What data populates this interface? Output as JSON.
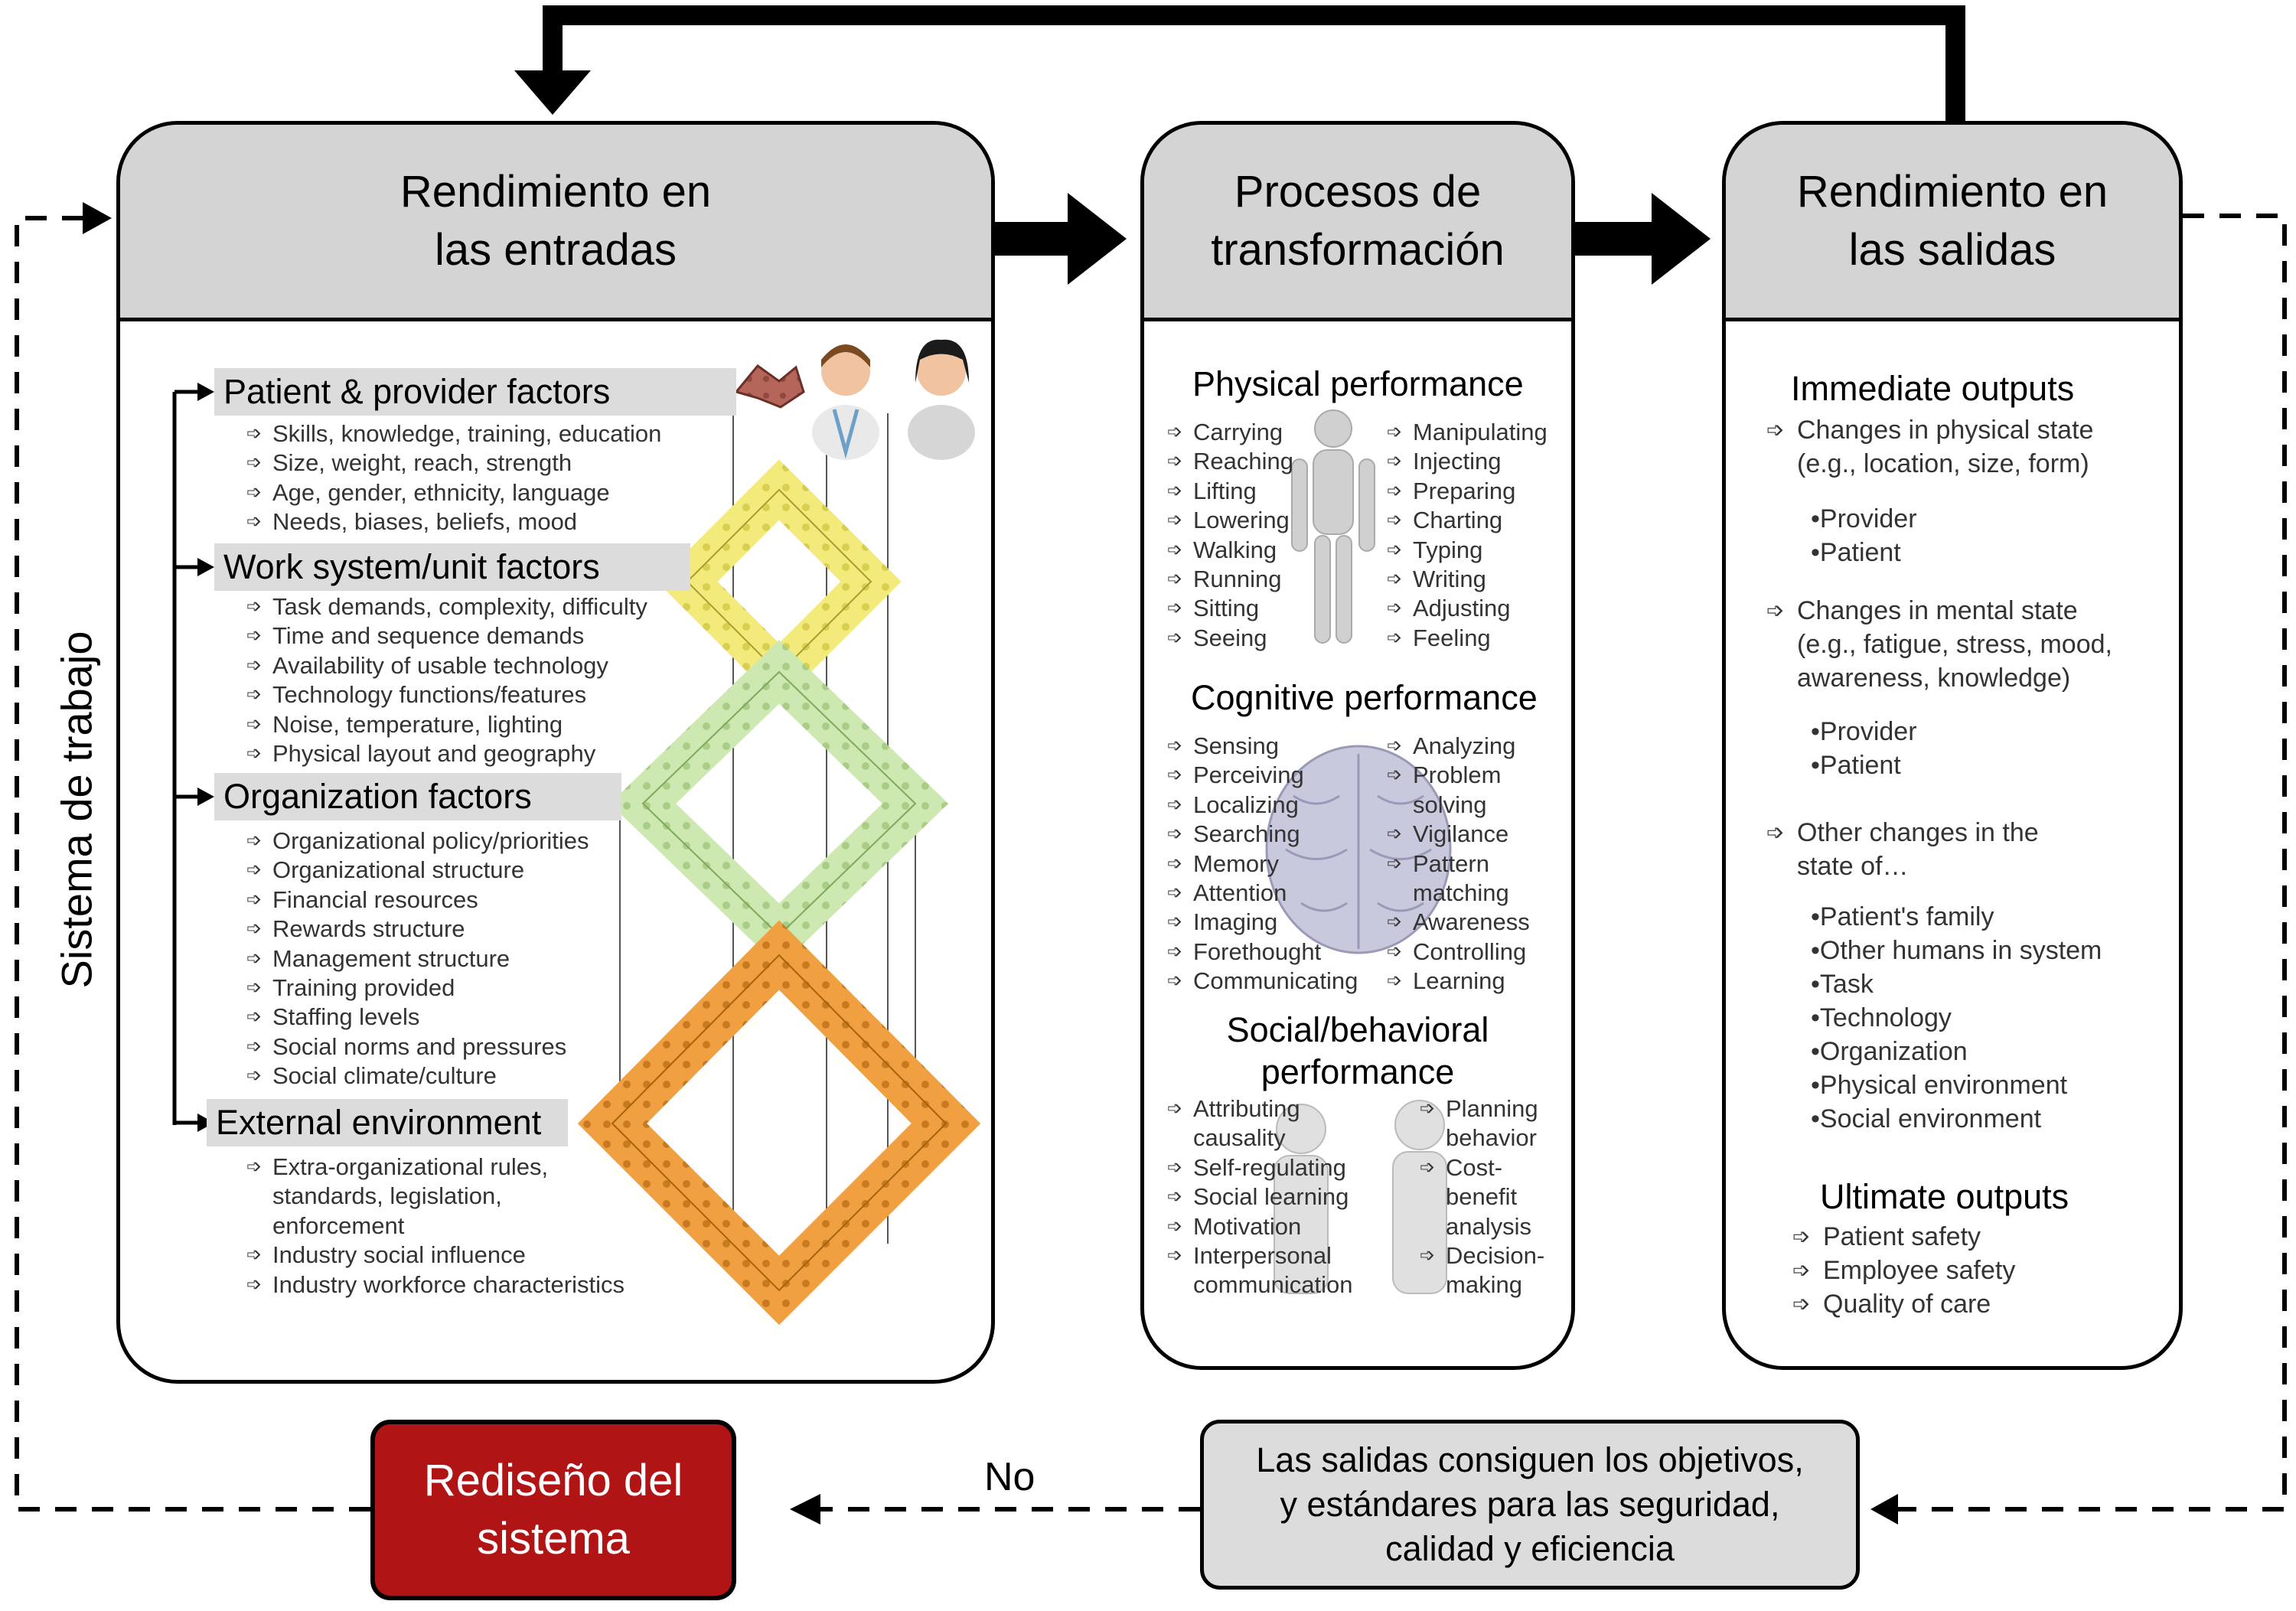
{
  "side_label": "Sistema de trabajo",
  "inputs": {
    "title_line1": "Rendimiento en",
    "title_line2": "las entradas",
    "groups": [
      {
        "heading": "Patient & provider factors",
        "items": [
          "Skills, knowledge, training, education",
          "Size, weight, reach, strength",
          "Age, gender, ethnicity, language",
          "Needs, biases, beliefs, mood"
        ]
      },
      {
        "heading": "Work system/unit factors",
        "items": [
          "Task demands, complexity, difficulty",
          "Time and sequence demands",
          "Availability of usable technology",
          "Technology functions/features",
          "Noise, temperature, lighting",
          "Physical layout and geography"
        ]
      },
      {
        "heading": "Organization factors",
        "items": [
          "Organizational policy/priorities",
          "Organizational structure",
          "Financial resources",
          "Rewards structure",
          "Management structure",
          "Training provided",
          "Staffing levels",
          "Social norms and pressures",
          "Social climate/culture"
        ]
      },
      {
        "heading": "External environment",
        "items": [
          "Extra-organizational rules,",
          "standards, legislation,",
          "enforcement",
          "Industry social influence",
          "Industry workforce characteristics"
        ]
      }
    ]
  },
  "process": {
    "title_line1": "Procesos de",
    "title_line2": "transformación",
    "physical": {
      "heading": "Physical performance",
      "left": [
        "Carrying",
        "Reaching",
        "Lifting",
        "Lowering",
        "Walking",
        "Running",
        "Sitting",
        "Seeing"
      ],
      "right": [
        "Manipulating",
        "Injecting",
        "Preparing",
        "Charting",
        "Typing",
        "Writing",
        "Adjusting",
        "Feeling"
      ]
    },
    "cognitive": {
      "heading": "Cognitive performance",
      "left": [
        "Sensing",
        "Perceiving",
        "Localizing",
        "Searching",
        "Memory",
        "Attention",
        "Imaging",
        "Forethought",
        "Communicating"
      ],
      "right": [
        "Analyzing",
        "Problem",
        "solving",
        "Vigilance",
        "Pattern",
        "matching",
        "Awareness",
        "Controlling",
        "Learning"
      ]
    },
    "social": {
      "heading_line1": "Social/behavioral",
      "heading_line2": "performance",
      "left": [
        "Attributing",
        "causality",
        "Self-regulating",
        "Social learning",
        "Motivation",
        "Interpersonal",
        "communication"
      ],
      "right": [
        "Planning",
        "behavior",
        "Cost-",
        "benefit",
        "analysis",
        "Decision-",
        "making"
      ]
    }
  },
  "outputs": {
    "title_line1": "Rendimiento en",
    "title_line2": "las salidas",
    "immediate_heading": "Immediate outputs",
    "physical_line1": "Changes in physical state",
    "physical_line2": "(e.g., location, size, form)",
    "physical_sub": [
      "Provider",
      "Patient"
    ],
    "mental_line1": "Changes in mental state",
    "mental_line2": "(e.g., fatigue, stress, mood,",
    "mental_line3": "awareness, knowledge)",
    "mental_sub": [
      "Provider",
      "Patient"
    ],
    "other_line1": "Other changes in the",
    "other_line2": "state of…",
    "other_sub": [
      "Patient's family",
      "Other humans in system",
      "Task",
      "Technology",
      "Organization",
      "Physical environment",
      "Social environment"
    ],
    "ultimate_heading": "Ultimate outputs",
    "ultimate": [
      "Patient safety",
      "Employee safety",
      "Quality of care"
    ]
  },
  "decision": {
    "line1": "Las salidas consiguen los objetivos,",
    "line2": "y estándares para las seguridad,",
    "line3": "calidad y eficiencia"
  },
  "no_label": "No",
  "redesign": {
    "line1": "Rediseño del",
    "line2": "sistema"
  },
  "colors": {
    "header_grey": "#d4d4d4",
    "red": "#b01414",
    "puzzle_top": "#b5655a",
    "puzzle_yellow": "#f2ea7a",
    "puzzle_green": "#cde8b0",
    "puzzle_orange": "#f0a040"
  }
}
